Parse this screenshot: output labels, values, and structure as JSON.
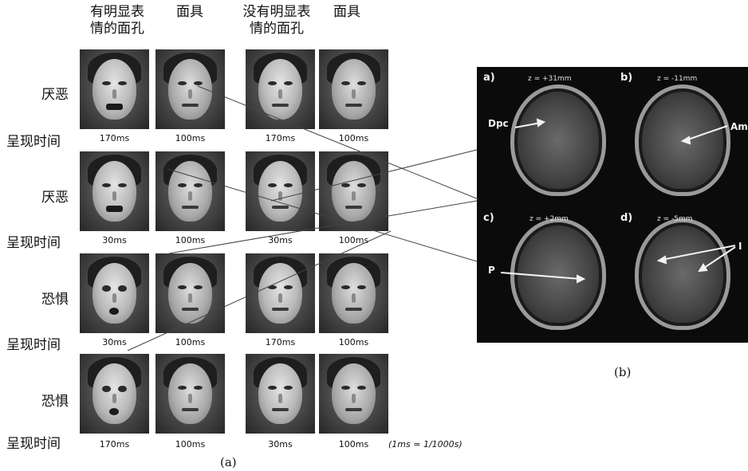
{
  "headers": {
    "col1": [
      "有明显表",
      "情的面孔"
    ],
    "col2": "面具",
    "col3": [
      "没有明显表",
      "情的面孔"
    ],
    "col4": "面具"
  },
  "rows": [
    {
      "emotion": "厌恶",
      "time_label": "呈现时间",
      "times": [
        "170ms",
        "100ms",
        "170ms",
        "100ms"
      ]
    },
    {
      "emotion": "厌恶",
      "time_label": "呈现时间",
      "times": [
        "30ms",
        "100ms",
        "30ms",
        "100ms"
      ]
    },
    {
      "emotion": "恐惧",
      "time_label": "呈现时间",
      "times": [
        "30ms",
        "100ms",
        "170ms",
        "100ms"
      ]
    },
    {
      "emotion": "恐惧",
      "time_label": "呈现时间",
      "times": [
        "170ms",
        "100ms",
        "30ms",
        "100ms"
      ]
    }
  ],
  "note": "(1ms = 1/1000s)",
  "caption_a": "(a)",
  "caption_b": "(b)",
  "brain": {
    "panels": [
      {
        "letter": "a)",
        "z": "z = +31mm",
        "label": "Dpc"
      },
      {
        "letter": "b)",
        "z": "z = -11mm",
        "label": "Am"
      },
      {
        "letter": "c)",
        "z": "z = +2mm",
        "label": "P"
      },
      {
        "letter": "d)",
        "z": "z = -5mm",
        "label": "I"
      }
    ]
  }
}
